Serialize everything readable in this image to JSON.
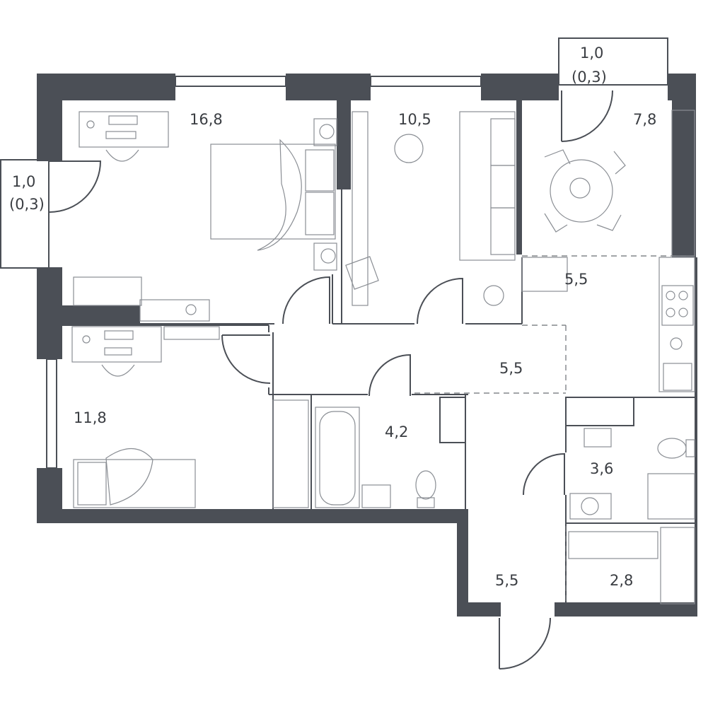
{
  "rooms": {
    "bedroom_main": "16,8",
    "bedroom_mid": "10,5",
    "kitchen_dining": "7,8",
    "kitchen_work": "5,5",
    "corridor": "5,5",
    "bedroom_small": "11,8",
    "bathroom": "4,2",
    "wc": "3,6",
    "hallway": "5,5",
    "storage": "2,8"
  },
  "balconies": {
    "left": {
      "area": "1,0",
      "reduced": "(0,3)"
    },
    "top_right": {
      "area": "1,0",
      "reduced": "(0,3)"
    }
  },
  "colors": {
    "wall": "#4b4f56",
    "furniture": "#8a8e94",
    "background": "#ffffff"
  }
}
